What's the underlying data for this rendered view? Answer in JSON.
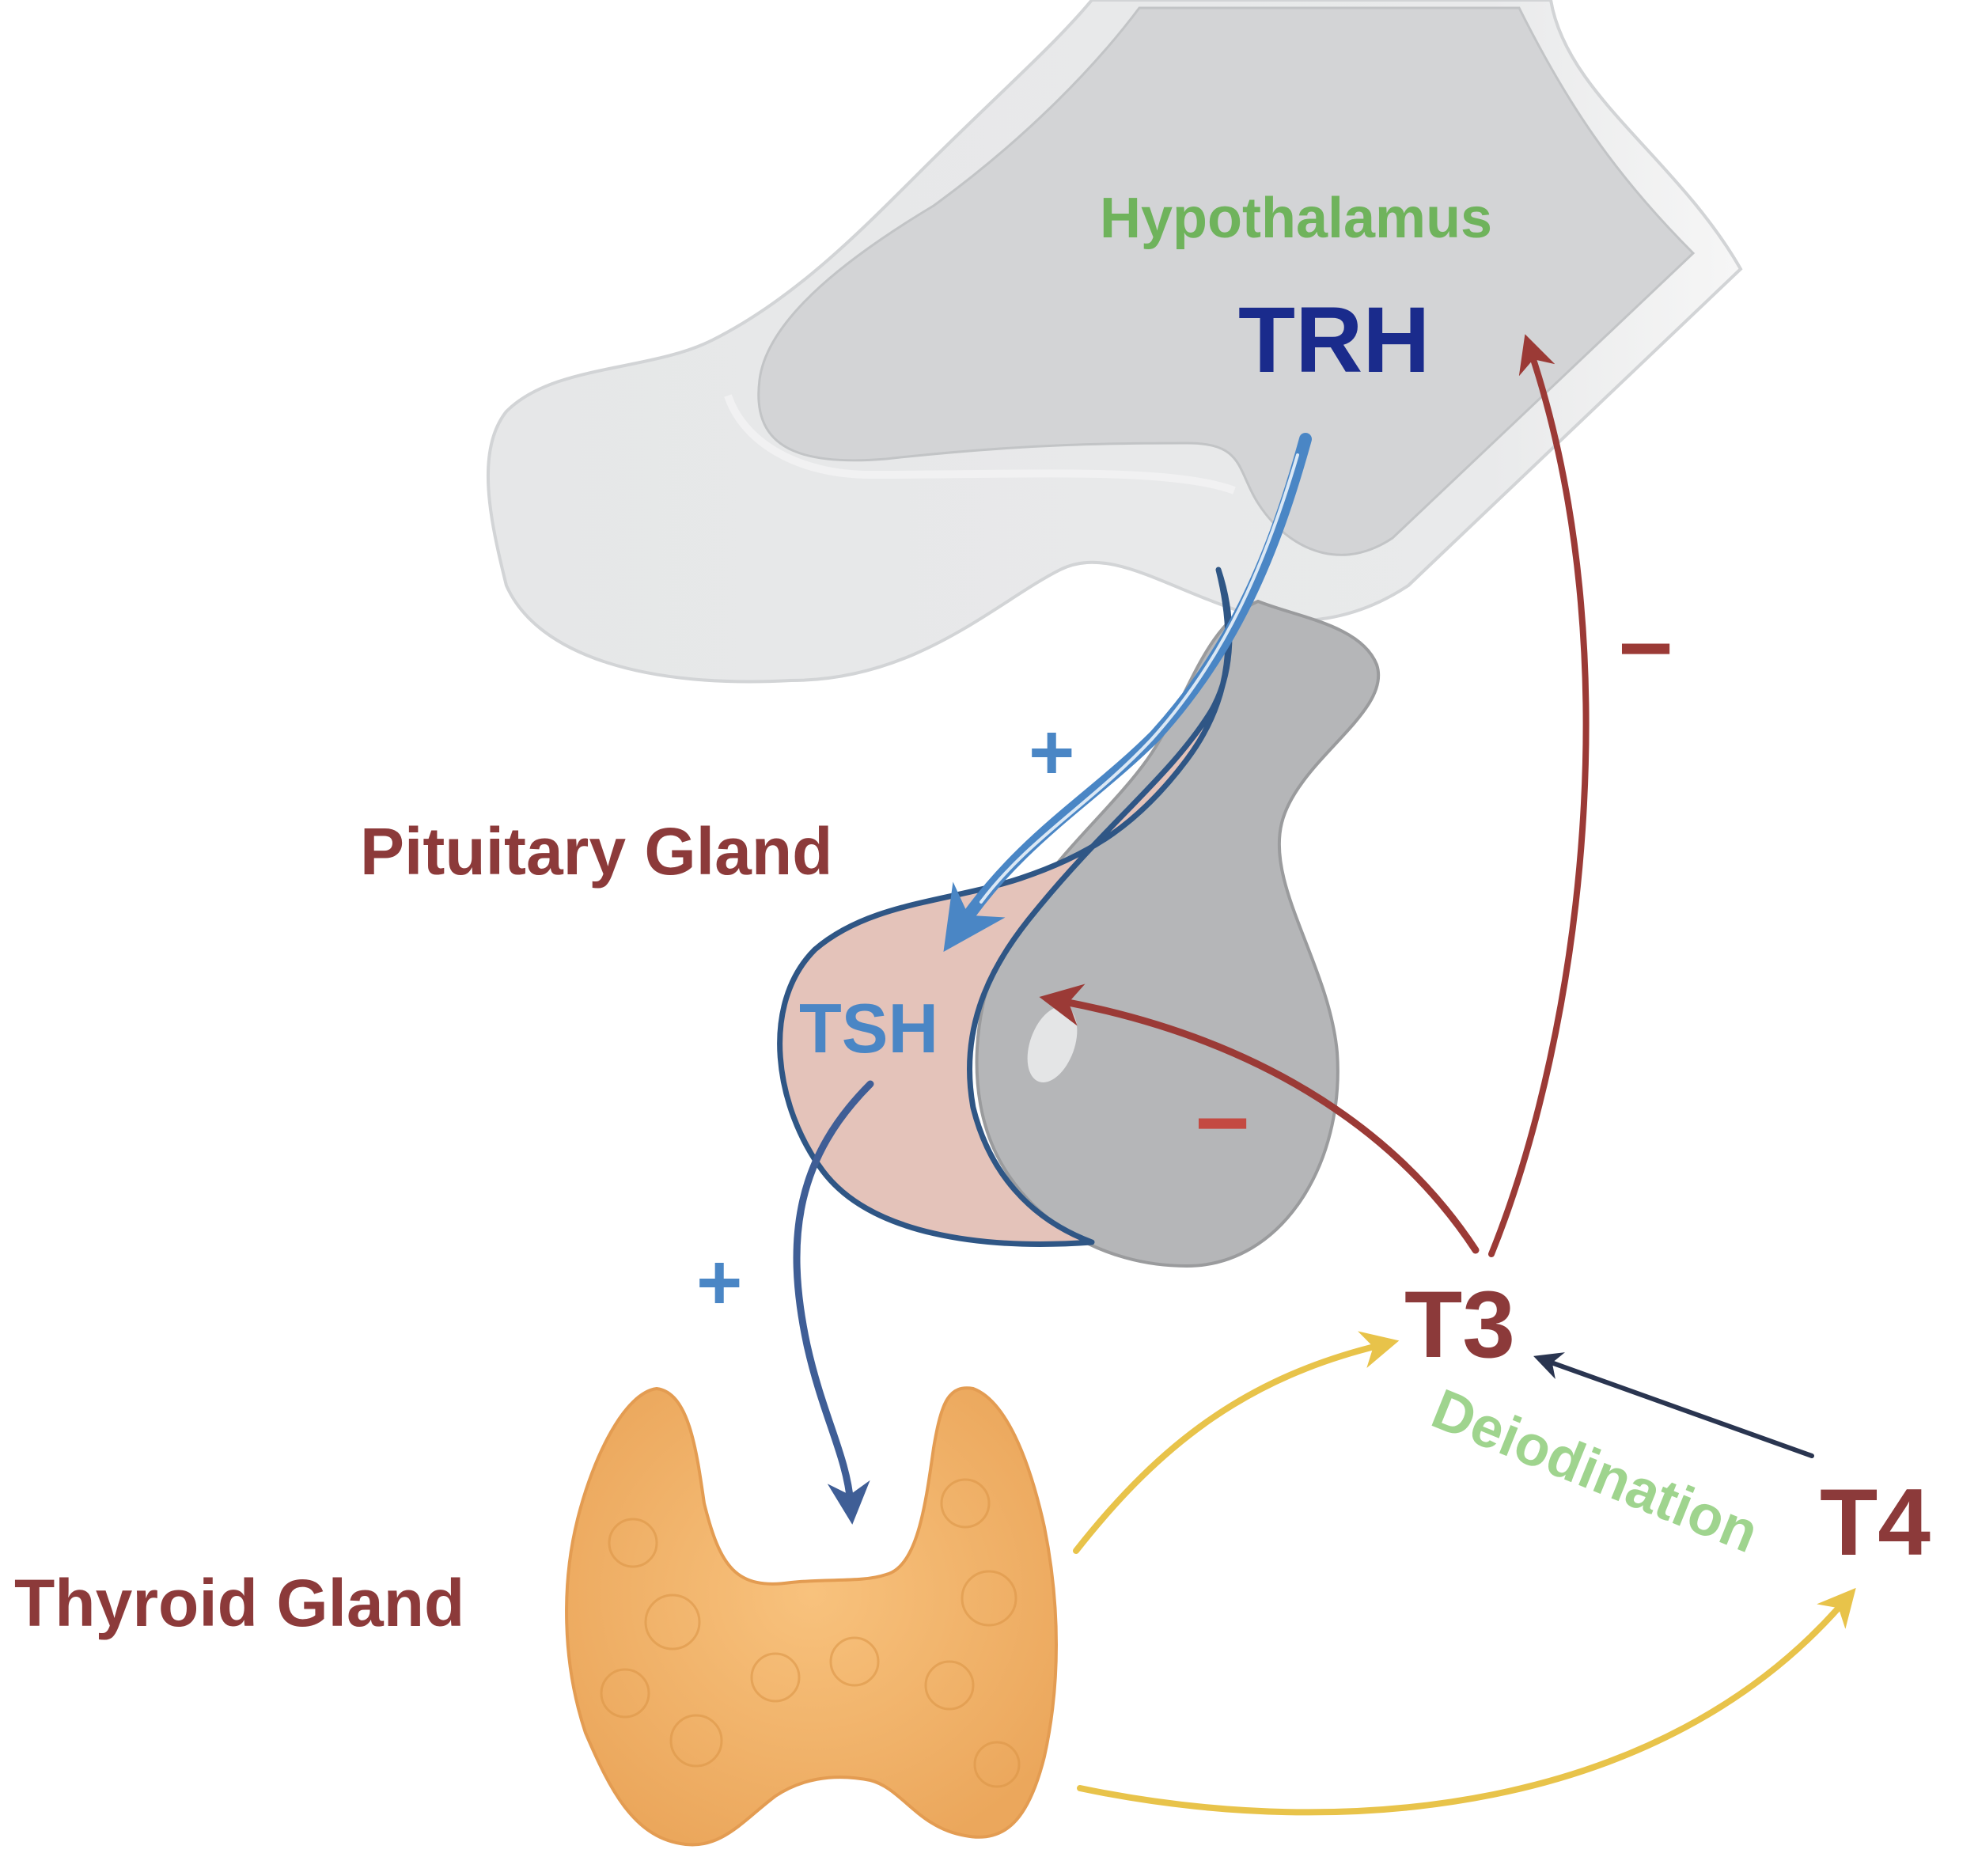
{
  "labels": {
    "hypothalamus": "Hypothalamus",
    "trh": "TRH",
    "pituitary": "Pituitary Gland",
    "tsh": "TSH",
    "thyroid": "Thyroid Gland",
    "t3": "T3",
    "t4": "T4",
    "deiodination": "Deiodination"
  },
  "signs": {
    "trh_to_pituitary": "+",
    "tsh_to_thyroid": "+",
    "t3_to_hypothalamus": "−",
    "t3_to_pituitary": "−"
  },
  "colors": {
    "hypothalamus_label": "#6fb35c",
    "trh_label": "#1a2b8c",
    "stimulation_arrow": "#4a86c5",
    "tsh_arrow": "#3f5e96",
    "inhibition": "#9b3a36",
    "gland_label": "#8c3a3a",
    "thyroid_fill": "#f2b36a",
    "hormone_flow": "#e8c34a",
    "deiodination_label": "#9fd48e",
    "deiodination_arrow": "#2a3550"
  }
}
